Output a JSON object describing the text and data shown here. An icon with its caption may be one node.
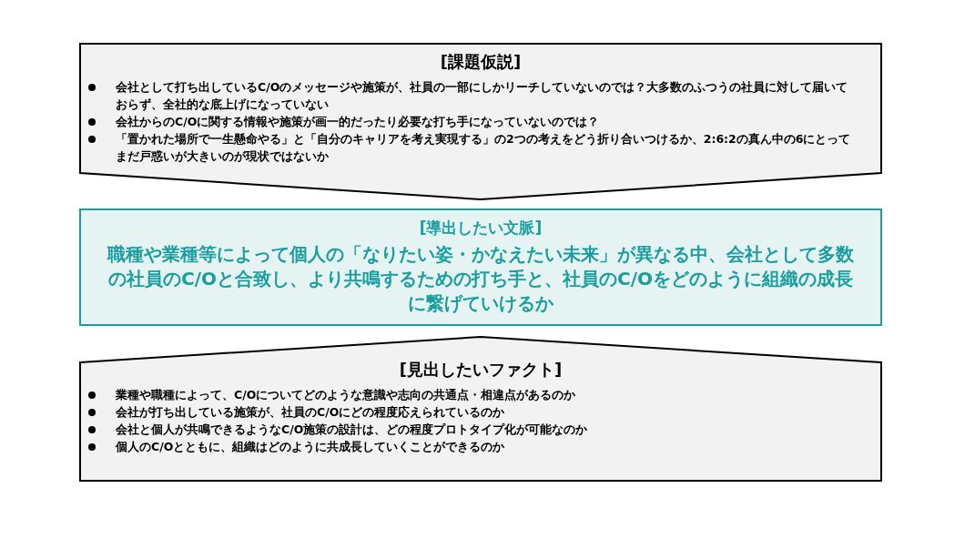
{
  "diagram": {
    "nodes": [
      {
        "text": [
          "[課題仮説]",
          "会社として打ち出しているC/Oのメッセージや施策が、社員の一部にしかリーチしていないのでは？大多数のふつうの社員に対して届いておらず、全社的な底上げになっていない",
          "会社からのC/Oに関する情報や施策が画一的だったり必要な打ち手になっていないのでは？",
          "「置かれた場所で一生懸命やる」と「自分のキャリアを考え実現する」の2つの考えをどう折り合いつけるか、2:6:2の真ん中の6にとってまだ戸惑いが大きいのが現状ではないか"
        ]
      },
      {
        "text": [
          "[導出したい文脈]",
          "職種や業種等によって個人の「なりたい姿・かなえたい未来」が異なる中、会社として多数の社員のC/Oと合致し、より共鳴するための打ち手と、社員のC/Oをどのように組織の成長に繋げていけるか"
        ]
      },
      {
        "text": [
          "[見出したいファクト]",
          "業種や職種によって、C/Oについてどのような意識や志向の共通点・相違点があるのか",
          "会社が打ち出している施策が、社員のC/Oにどの程度応えられているのか",
          "会社と個人が共鳴できるようなC/O施策の設計は、どの程度プロトタイプ化が可能なのか",
          "個人のC/Oとともに、組織はどのように共成長していくことができるのか"
        ]
      }
    ]
  }
}
